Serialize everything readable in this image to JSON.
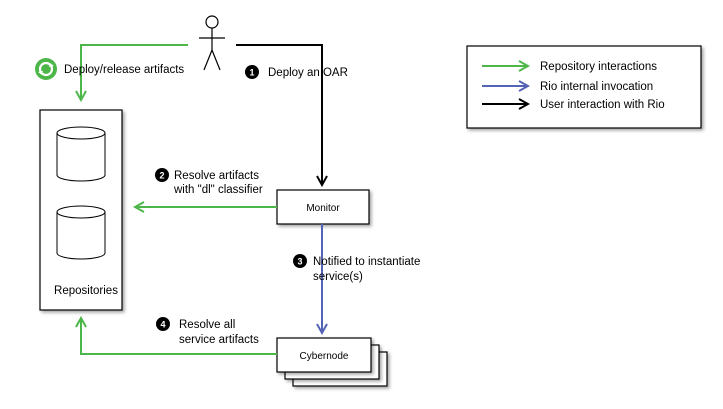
{
  "legend": {
    "items": [
      {
        "label": "Repository interactions",
        "color": "#4cb648"
      },
      {
        "label": "Rio internal invocation",
        "color": "#5563b6"
      },
      {
        "label": "User interaction with Rio",
        "color": "#000000"
      }
    ]
  },
  "nodes": {
    "repositories": "Repositories",
    "monitor": "Monitor",
    "cybernode": "Cybernode"
  },
  "edges": {
    "deploy_release": "Deploy/release artifacts",
    "step1": {
      "number": "1",
      "label": "Deploy an OAR"
    },
    "step2": {
      "number": "2",
      "line1": "Resolve artifacts",
      "line2": "with \"dl\" classifier"
    },
    "step3": {
      "number": "3",
      "line1": "Notified to instantiate",
      "line2": "service(s)"
    },
    "step4": {
      "number": "4",
      "line1": "Resolve all",
      "line2": "service artifacts"
    }
  },
  "colors": {
    "repository": "#4cb648",
    "internal": "#5563b6",
    "user": "#000000"
  }
}
